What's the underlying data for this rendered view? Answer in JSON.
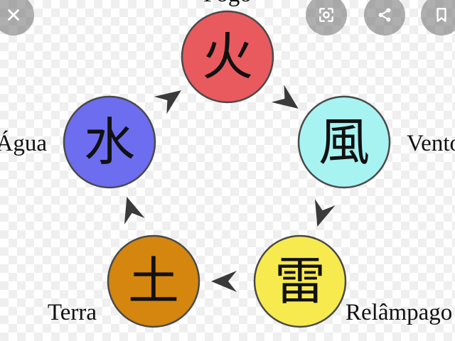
{
  "diagram": {
    "elements": [
      {
        "kanji": "火",
        "name": "Fogo",
        "color": "#e95a5e"
      },
      {
        "kanji": "風",
        "name": "Vento",
        "color": "#a6f3f2"
      },
      {
        "kanji": "雷",
        "name": "Relâmpago",
        "color": "#f7ea4e"
      },
      {
        "kanji": "土",
        "name": "Terra",
        "color": "#d4860f"
      },
      {
        "kanji": "水",
        "name": "Água",
        "color": "#6d6df0"
      }
    ],
    "arrow_color": "#3a3a3a"
  },
  "overlay": {
    "icons": [
      "close-icon",
      "lens-icon",
      "share-icon",
      "bookmark-icon"
    ]
  }
}
